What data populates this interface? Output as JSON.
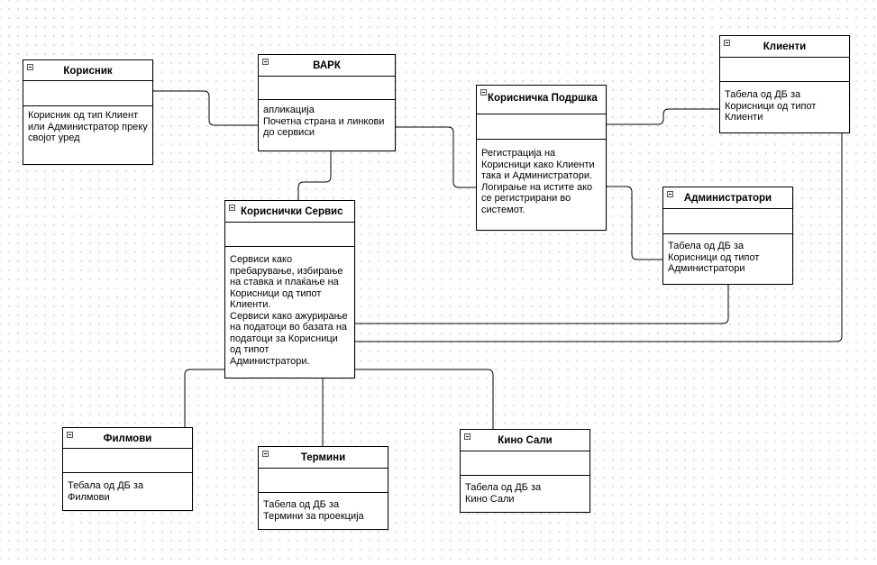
{
  "diagram": {
    "classes": [
      {
        "id": "korisnik",
        "title": "Корисник",
        "body": "Корисник од тип Клиент\nили Администратор преку\nсвојот уред"
      },
      {
        "id": "vark",
        "title": "ВАРК",
        "body": "апликација\nПочетна страна и линкови\nдо сервиси"
      },
      {
        "id": "korisnicka_podrska",
        "title": "Корисничка Подршка",
        "body": "Регистрација на\nКорисници како Клиенти\nтака и Администратори.\nЛогирање на истите ако\nсе регистрирани во\nсистемот."
      },
      {
        "id": "klienti",
        "title": "Клиенти",
        "body": "Табела од ДБ за\nКорисници од типот\nКлиенти"
      },
      {
        "id": "administratori",
        "title": "Администратори",
        "body": "Табела од ДБ за\nКорисници од типот\nАдминистратори"
      },
      {
        "id": "korisnicki_servis",
        "title": "Кориснички Сервис",
        "body": "Сервиси како\nпребарување, избирање\nна ставка и плаќање на\nКорисници од типот\nКлиенти.\nСервиси како ажурирање\nна податоци во базата на\nподатоци за Корисници\nод типот\nАдминистратори."
      },
      {
        "id": "filmovi",
        "title": "Филмови",
        "body": "Тебала од ДБ за\nФилмови"
      },
      {
        "id": "termini",
        "title": "Термини",
        "body": "Табела од ДБ за\nТермини за проекција"
      },
      {
        "id": "kino_sali",
        "title": "Кино Сали",
        "body": "Табела од ДБ за\nКино Сали"
      }
    ]
  }
}
